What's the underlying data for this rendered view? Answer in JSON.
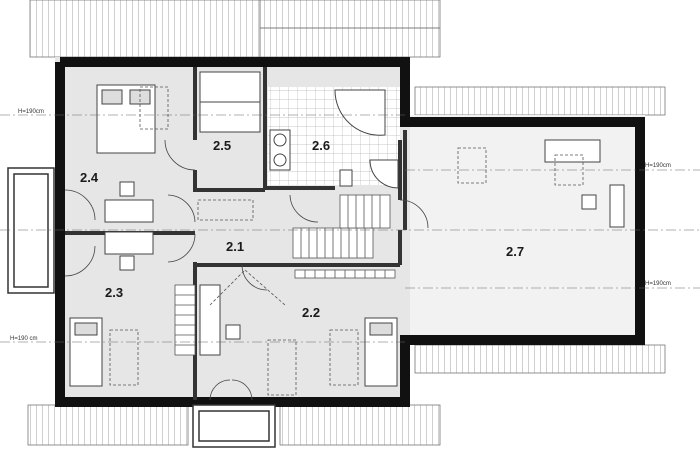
{
  "rooms": {
    "r24": "2.4",
    "r25": "2.5",
    "r26": "2.6",
    "r21": "2.1",
    "r23": "2.3",
    "r22": "2.2",
    "r27": "2.7"
  },
  "dimensions": {
    "height_note": "H=190cm",
    "height_note_short": "H=190 cm"
  },
  "colors": {
    "wall": "#111111",
    "floor": "#e6e6e6",
    "attic_floor": "#f0f0f0",
    "roof_hatch": "#999999",
    "tile_grid": "#bbbbbb",
    "dashed": "#555555"
  }
}
